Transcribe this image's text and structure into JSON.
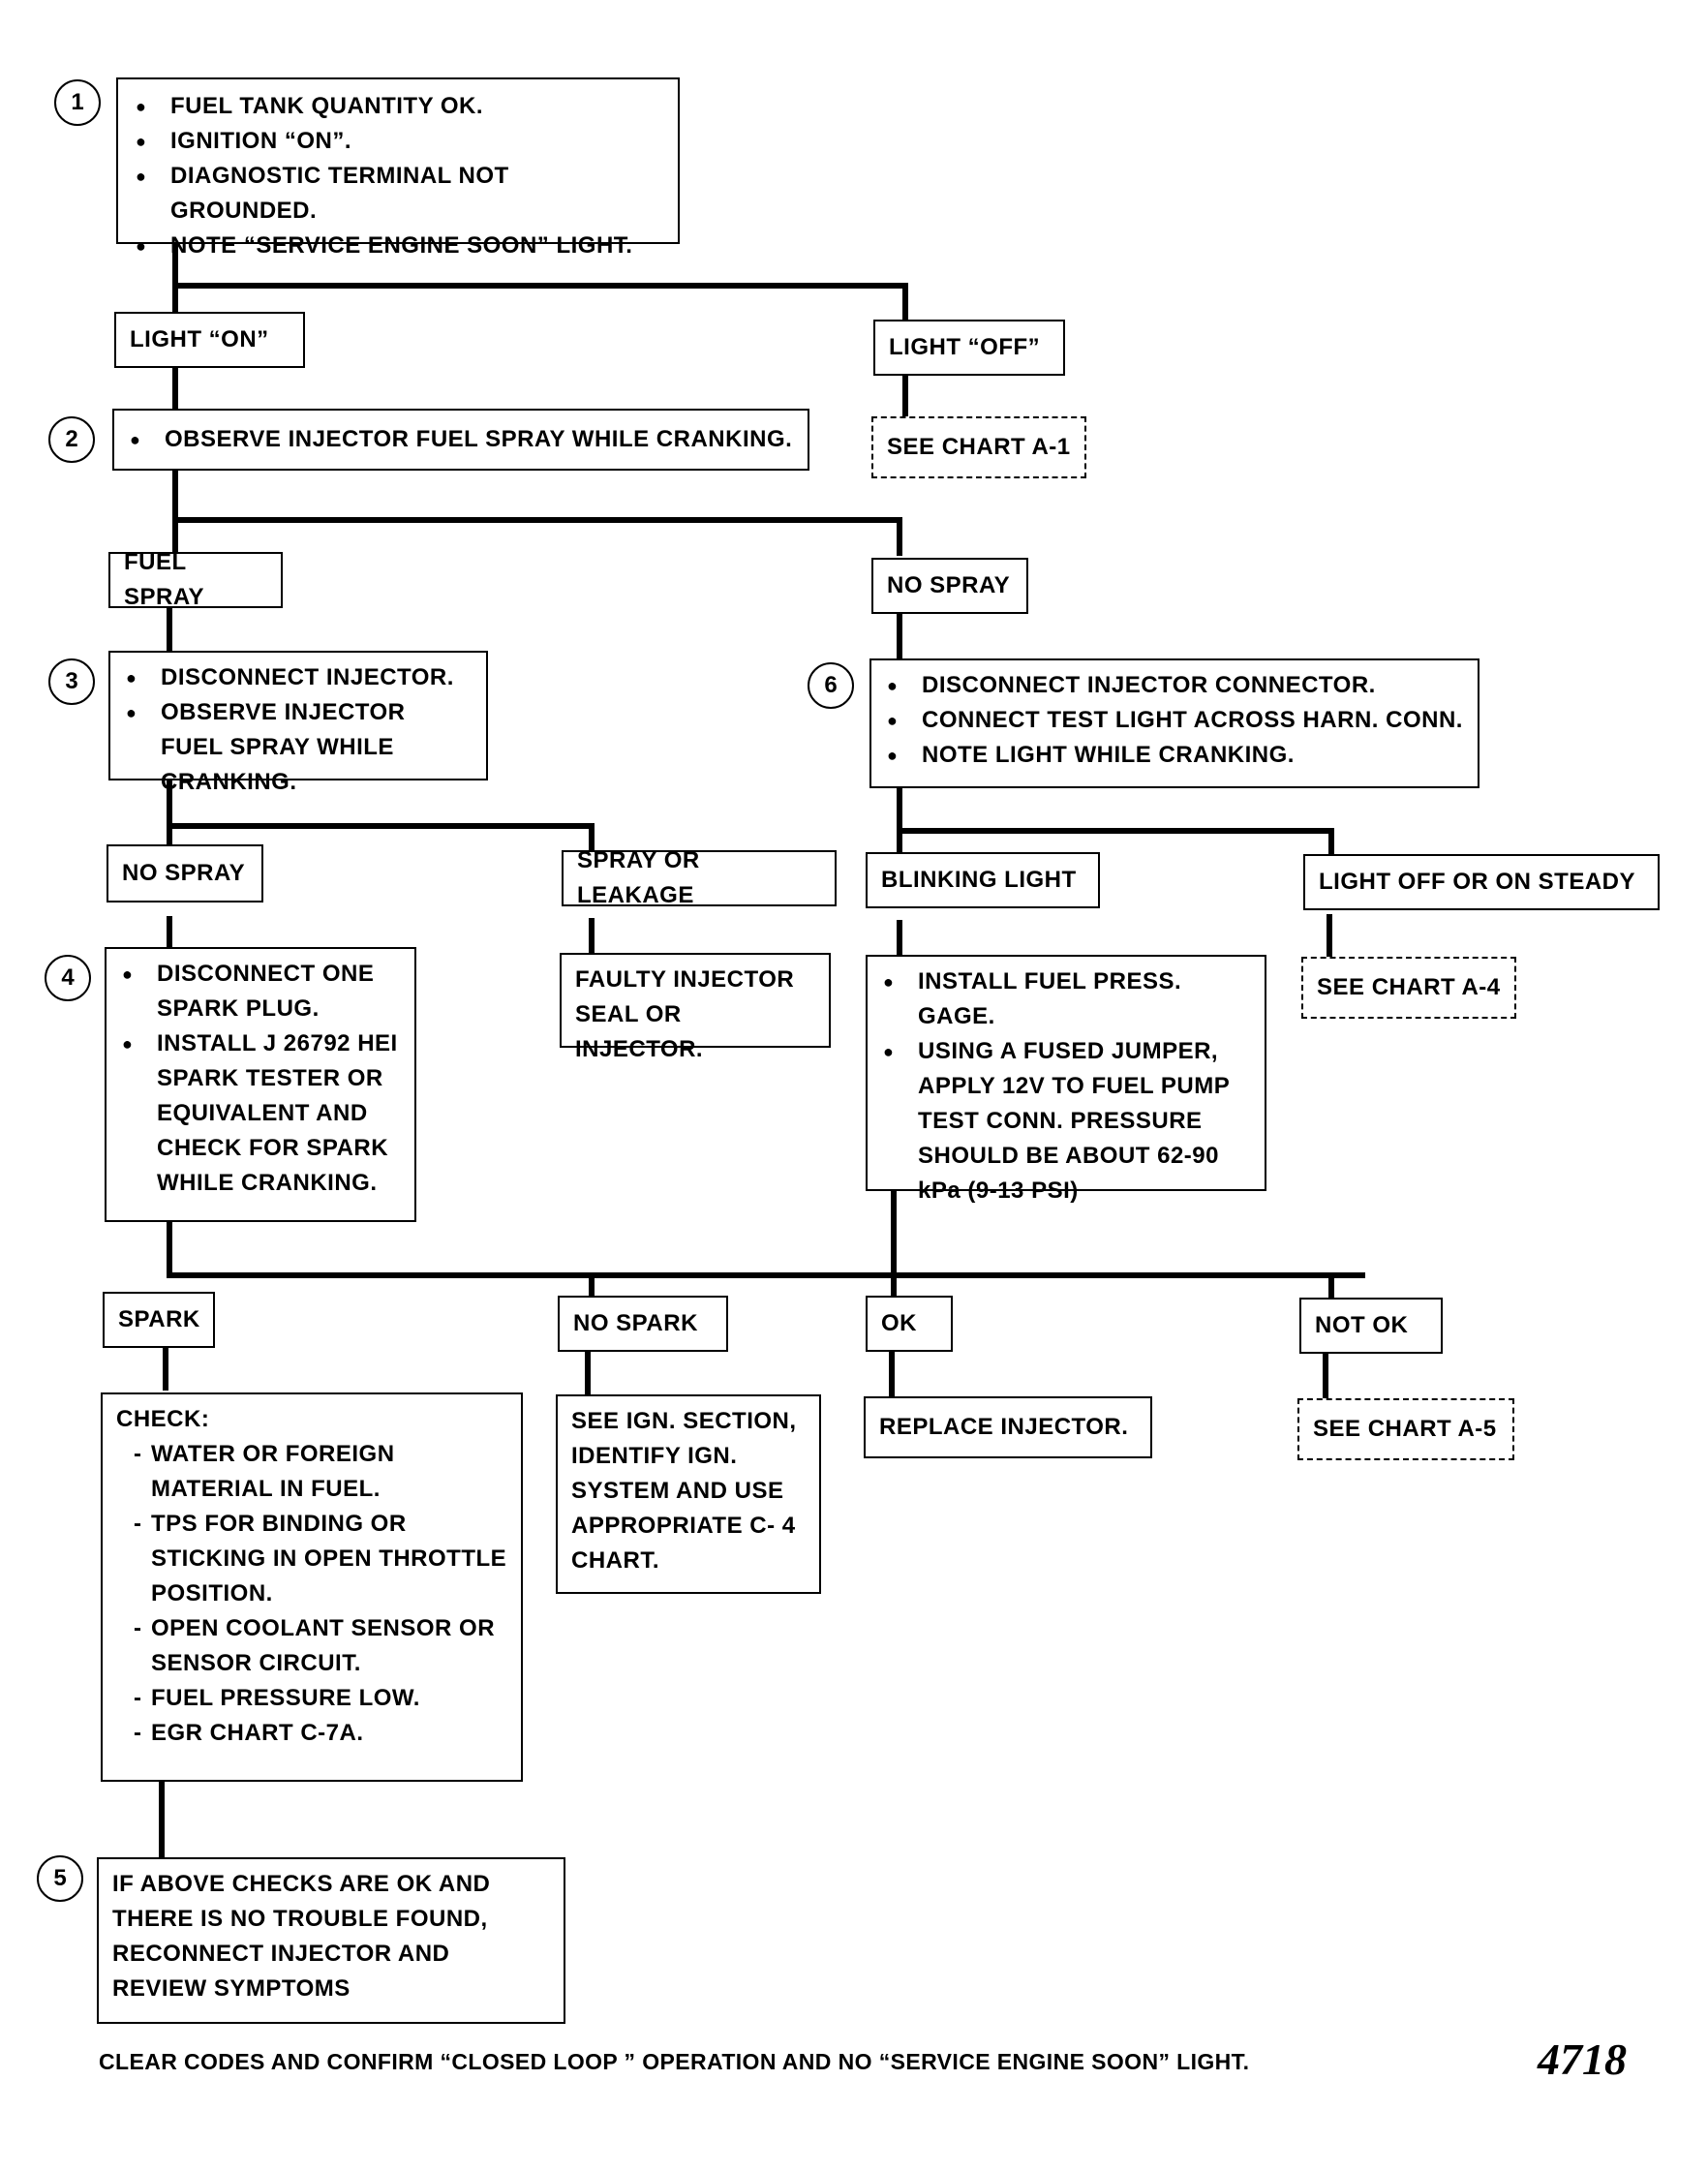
{
  "step1": {
    "number": "1",
    "items": [
      "FUEL TANK QUANTITY OK.",
      "IGNITION “ON”.",
      "DIAGNOSTIC TERMINAL NOT GROUNDED.",
      "NOTE “SERVICE ENGINE SOON” LIGHT."
    ]
  },
  "light_on": "LIGHT “ON”",
  "light_off": "LIGHT “OFF”",
  "see_a1": "SEE CHART A-1",
  "step2": {
    "number": "2",
    "items": [
      "OBSERVE INJECTOR FUEL SPRAY WHILE CRANKING."
    ]
  },
  "fuel_spray": "FUEL SPRAY",
  "no_spray_right": "NO  SPRAY",
  "step3": {
    "number": "3",
    "items": [
      "DISCONNECT INJECTOR.",
      "OBSERVE INJECTOR FUEL SPRAY WHILE CRANKING."
    ]
  },
  "step6": {
    "number": "6",
    "items": [
      "DISCONNECT INJECTOR CONNECTOR.",
      "CONNECT TEST LIGHT ACROSS HARN. CONN.",
      "NOTE LIGHT WHILE CRANKING."
    ]
  },
  "no_spray_left": "NO  SPRAY",
  "spray_or_leakage": "SPRAY OR LEAKAGE",
  "blinking_light": "BLINKING LIGHT",
  "light_off_on_steady": "LIGHT OFF OR ON STEADY",
  "step4": {
    "number": "4",
    "items": [
      "DISCONNECT ONE SPARK PLUG.",
      "INSTALL J 26792 HEI SPARK TESTER OR EQUIVALENT AND CHECK FOR SPARK WHILE CRANKING."
    ]
  },
  "faulty_injector": "FAULTY INJECTOR SEAL OR INJECTOR.",
  "fuel_press": {
    "items": [
      "INSTALL FUEL PRESS. GAGE.",
      "USING A FUSED JUMPER, APPLY 12V TO FUEL PUMP TEST CONN.  PRESSURE SHOULD BE ABOUT 62-90 kPa (9-13 PSI)"
    ]
  },
  "see_a4": "SEE CHART A-4",
  "spark": "SPARK",
  "no_spark": "NO SPARK",
  "ok": "OK",
  "not_ok": "NOT OK",
  "check": {
    "title": "CHECK:",
    "items": [
      "WATER OR FOREIGN MATERIAL IN FUEL.",
      "TPS FOR BINDING OR STICKING IN OPEN THROTTLE POSITION.",
      "OPEN COOLANT  SENSOR OR SENSOR CIRCUIT.",
      "FUEL PRESSURE LOW.",
      "EGR CHART C-7A."
    ]
  },
  "ign_section": "SEE IGN. SECTION, IDENTIFY IGN. SYSTEM AND USE APPROPRIATE C- 4 CHART.",
  "replace_injector": "REPLACE INJECTOR.",
  "see_a5": "SEE CHART A-5",
  "step5": {
    "number": "5",
    "text": "IF ABOVE CHECKS ARE OK AND THERE IS NO TROUBLE FOUND, RECONNECT INJECTOR AND REVIEW SYMPTOMS"
  },
  "footer": "CLEAR CODES AND CONFIRM “CLOSED LOOP ” OPERATION AND NO “SERVICE ENGINE SOON” LIGHT.",
  "figure_code": "4718"
}
